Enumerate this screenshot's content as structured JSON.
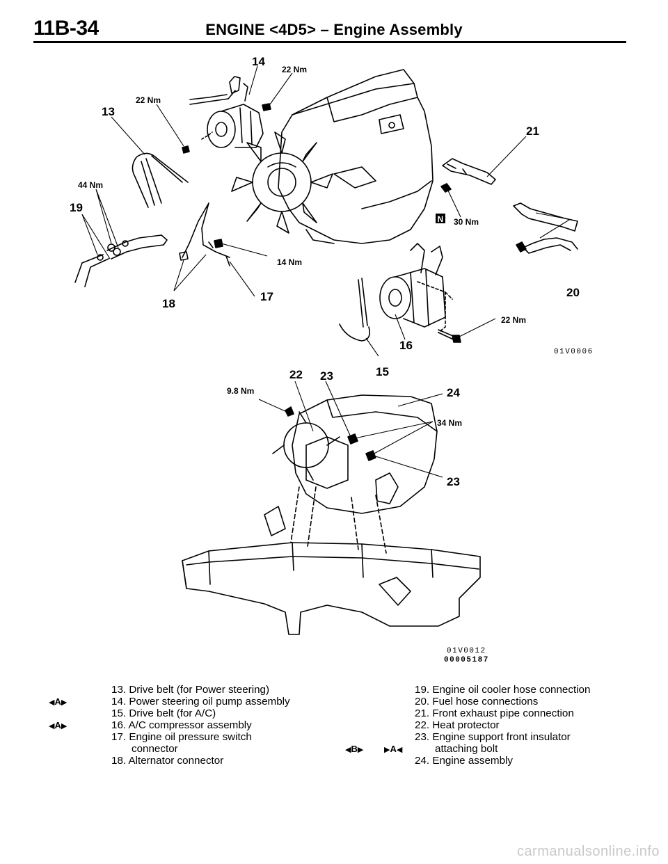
{
  "header": {
    "page_number": "11B-34",
    "title": "ENGINE <4D5> – Engine Assembly"
  },
  "figure1": {
    "callouts": {
      "c13": "13",
      "c14": "14",
      "c15": "15",
      "c16": "16",
      "c17": "17",
      "c18": "18",
      "c19": "19",
      "c20": "20",
      "c21": "21"
    },
    "torques": {
      "t14": "22 Nm",
      "t13": "22 Nm",
      "t19": "44 Nm",
      "t21": "30 Nm",
      "t17": "14 Nm",
      "t16": "22 Nm"
    },
    "n_mark": "N",
    "code": "01V0006"
  },
  "figure2": {
    "callouts": {
      "c22": "22",
      "c23a": "23",
      "c23b": "23",
      "c24": "24"
    },
    "torques": {
      "t22": "9.8 Nm",
      "t23": "34 Nm"
    },
    "code1": "01V0012",
    "code2": "00005187"
  },
  "legend": {
    "left": [
      "13. Drive belt (for Power steering)",
      "14. Power steering oil pump assembly",
      "15. Drive belt (for A/C)",
      "16. A/C compressor assembly",
      "17. Engine oil pressure switch",
      "connector",
      "18. Alternator connector"
    ],
    "right": [
      "19. Engine oil cooler hose connection",
      "20. Fuel hose connections",
      "21. Front exhaust pipe connection",
      "22. Heat protector",
      "23. Engine support front insulator",
      "attaching bolt",
      "24. Engine assembly"
    ],
    "marks": {
      "a1": "A",
      "a2": "A",
      "b1": "B",
      "a3": "A"
    }
  },
  "footer": "carmanualsonline.info"
}
